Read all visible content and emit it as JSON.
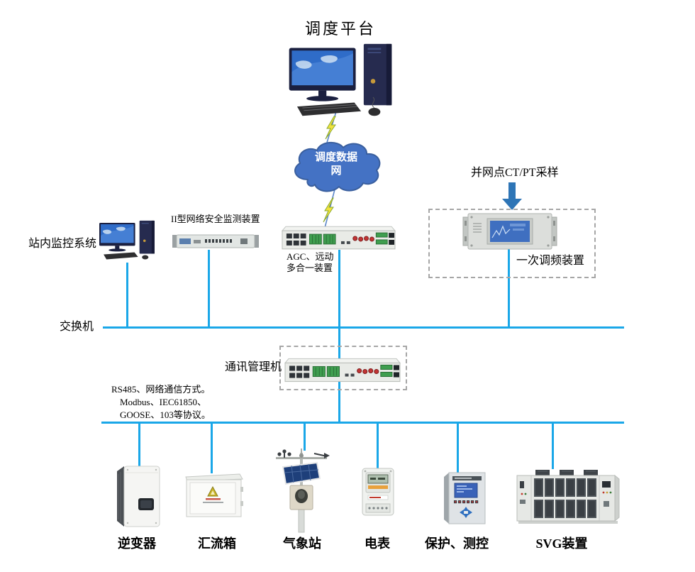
{
  "title": "调度平台",
  "cloud": {
    "label": "调度数据网"
  },
  "annotations": {
    "ct_pt": "并网点CT/PT采样",
    "protocol_line1": "RS485、网络通信方式。",
    "protocol_line2": "Modbus、IEC61850、",
    "protocol_line3": "GOOSE、103等协议。"
  },
  "nodes": {
    "station_monitor": "站内监控系统",
    "security_device": "II型网络安全监测装置",
    "agc_line1": "AGC、远动",
    "agc_line2": "多合一装置",
    "freq_device": "一次调频装置",
    "switch": "交换机",
    "comm_manager": "通讯管理机"
  },
  "bottom_devices": [
    {
      "label": "逆变器"
    },
    {
      "label": "汇流箱"
    },
    {
      "label": "气象站"
    },
    {
      "label": "电表"
    },
    {
      "label": "保护、测控"
    },
    {
      "label": "SVG装置"
    }
  ],
  "colors": {
    "line": "#1aa7e8",
    "cloud": "#4472c4",
    "cloud_border": "#3a5f9e",
    "arrow": "#2e75b6",
    "dash": "#a6a6a6",
    "bolt": "#f2e33c",
    "bolt_border": "#8aa832"
  }
}
